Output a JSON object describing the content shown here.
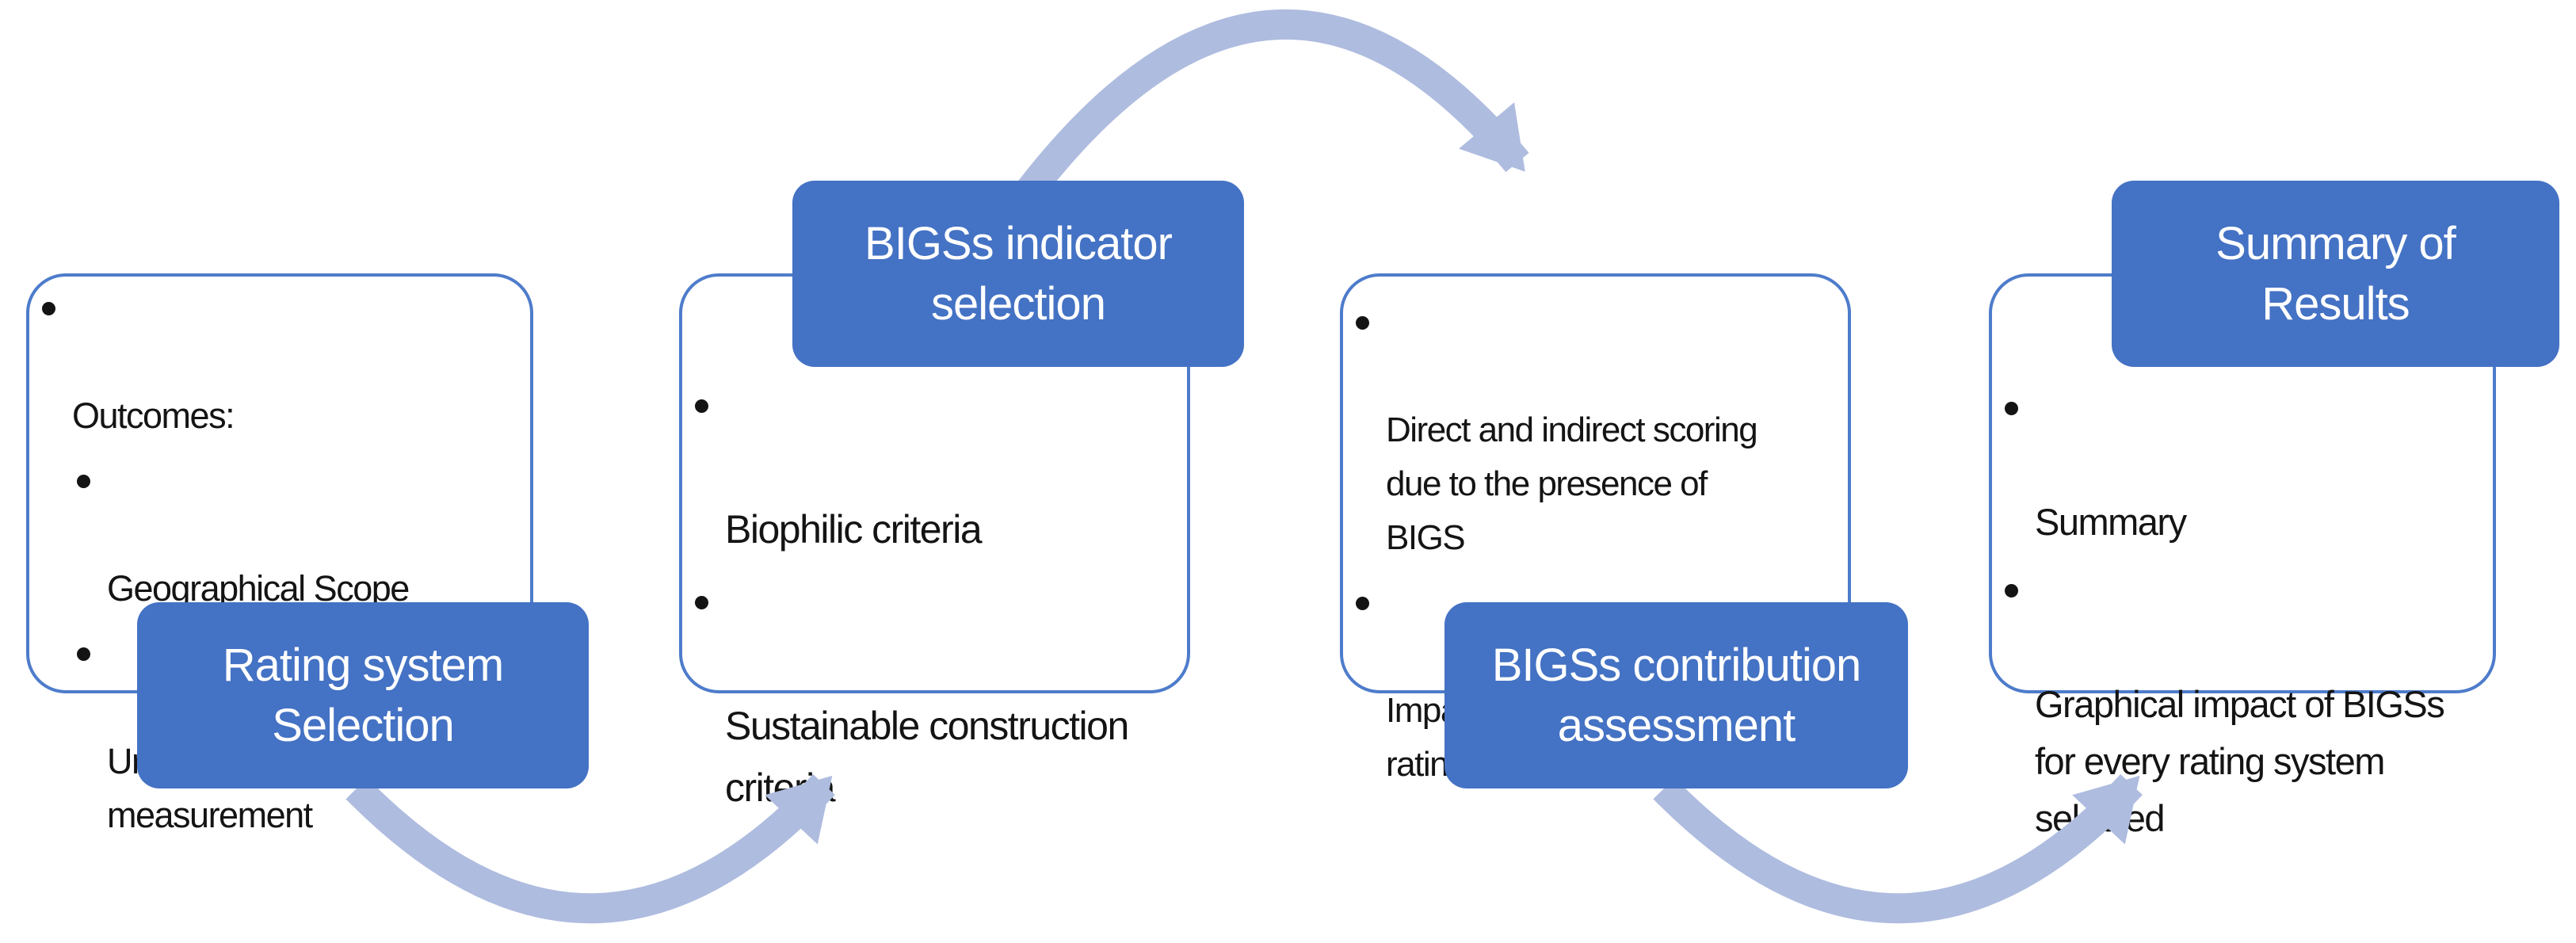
{
  "diagram": {
    "type": "process-flow",
    "stages": [
      {
        "id": "rating-system-selection",
        "title": "Rating system\nSelection",
        "title_position": "bottom",
        "bullets": [
          {
            "level": 1,
            "text": "Outcomes:"
          },
          {
            "level": 2,
            "text": "Geographical Scope"
          },
          {
            "level": 2,
            "text": "Urban-level\nmeasurement"
          }
        ]
      },
      {
        "id": "bigss-indicator-selection",
        "title": "BIGSs indicator\nselection",
        "title_position": "top",
        "bullets": [
          {
            "level": 1,
            "text": "Biophilic criteria"
          },
          {
            "level": 1,
            "text": "Sustainable construction\ncriteria"
          }
        ]
      },
      {
        "id": "bigss-contribution-assessment",
        "title": "BIGSs contribution\nassessment",
        "title_position": "bottom",
        "bullets": [
          {
            "level": 1,
            "text": "Direct and indirect scoring\ndue to the presence of\nBIGS"
          },
          {
            "level": 1,
            "text": "Impacts of BIGSs to the\nrating system"
          }
        ]
      },
      {
        "id": "summary-of-results",
        "title": "Summary of\nResults",
        "title_position": "top",
        "bullets": [
          {
            "level": 1,
            "text": "Summary"
          },
          {
            "level": 1,
            "text": "Graphical impact of BIGSs\nfor every rating system\nselected"
          }
        ]
      }
    ],
    "arrows": [
      {
        "name": "curved-arrow-1-2",
        "from": "rating-system-selection",
        "to": "bigss-indicator-selection",
        "shape": "arc-below"
      },
      {
        "name": "curved-arrow-2-3",
        "from": "bigss-indicator-selection",
        "to": "bigss-contribution-assessment",
        "shape": "arc-above"
      },
      {
        "name": "curved-arrow-3-4",
        "from": "bigss-contribution-assessment",
        "to": "summary-of-results",
        "shape": "arc-below"
      }
    ],
    "colors": {
      "title_fill": "#4472c4",
      "title_text": "#ffffff",
      "box_border": "#4e7ccb",
      "arrow": "#aebcdf",
      "bullet_text": "#141414",
      "background": "#ffffff"
    }
  }
}
